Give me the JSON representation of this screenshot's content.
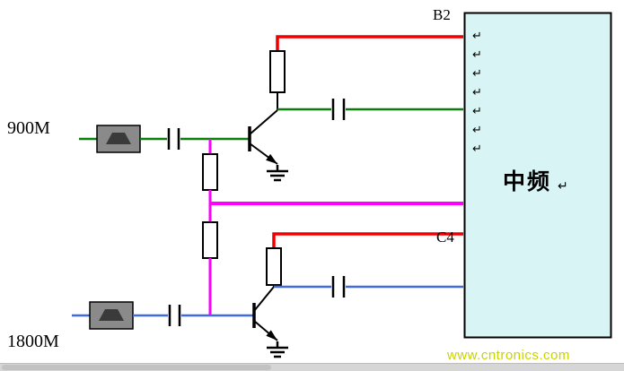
{
  "schematic": {
    "bands": {
      "top": "900M",
      "bottom": "1800M"
    },
    "pins": {
      "b2": "B2",
      "c4": "C4"
    },
    "if_block": {
      "label": "中频",
      "arrow_glyph": "↵",
      "arrow_count": 7
    },
    "watermark": {
      "text": "www.cntronics.com",
      "color": "#c8d400"
    },
    "colors": {
      "signal_green": "#0b7d0b",
      "signal_blue": "#4169e1",
      "bias_red": "#ee0000",
      "divider_magenta": "#ff00ff",
      "wire_black": "#000000",
      "if_box_fill": "#d9f4f5",
      "if_box_border": "#000000",
      "filter_body": "#8a8a8a",
      "filter_glyph": "#3a3a3a"
    }
  }
}
